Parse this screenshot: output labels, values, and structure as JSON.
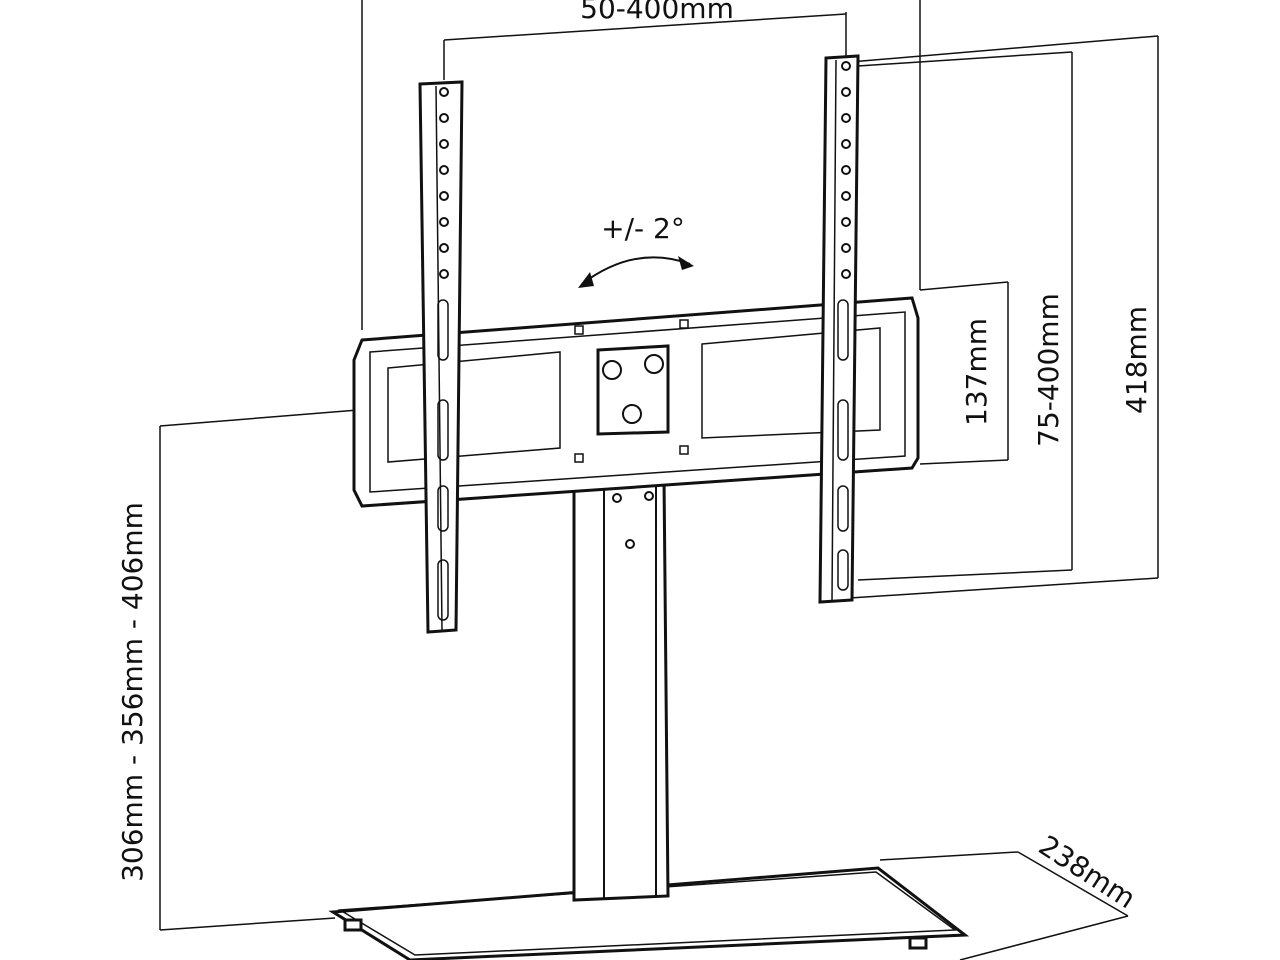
{
  "dimensions": {
    "vesa_width": "50-400mm",
    "tilt": "+/- 2°",
    "bracket_height": "137mm",
    "vesa_height": "75-400mm",
    "total_height": "418mm",
    "pole_height": "306mm - 356mm - 406mm",
    "base_depth": "238mm"
  },
  "colors": {
    "line": "#111111",
    "background": "#ffffff"
  }
}
